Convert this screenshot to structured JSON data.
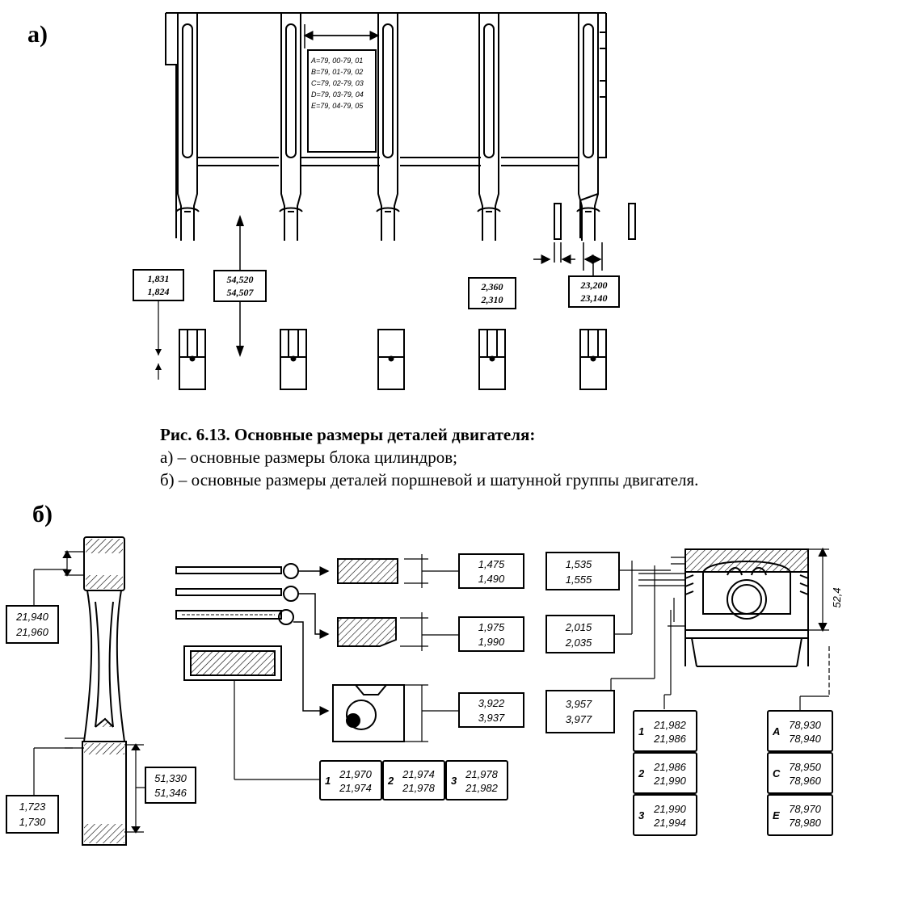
{
  "panels": {
    "a_label": "а)",
    "b_label": "б)"
  },
  "caption": {
    "title": "Рис. 6.13. Основные размеры деталей двигателя:",
    "line_a": "а) – основные размеры блока цилиндров;",
    "line_b": "б) – основные размеры деталей поршневой и шатунной группы двигателя."
  },
  "block": {
    "bore_classes": [
      "A=79, 00-79, 01",
      "B=79, 01-79, 02",
      "C=79, 02-79, 03",
      "D=79, 03-79, 04",
      "E=79, 04-79, 05"
    ],
    "bearing_thickness": [
      "1,831",
      "1,824"
    ],
    "main_bore": [
      "54,520",
      "54,507"
    ],
    "thrust_half_ring": [
      "2,360",
      "2,310"
    ],
    "thrust_bearing_width": [
      "23,200",
      "23,140"
    ]
  },
  "conrod": {
    "small_end_bore": [
      "21,940",
      "21,960"
    ],
    "big_end_bore": [
      "51,330",
      "51,346"
    ],
    "bearing_thickness": [
      "1,723",
      "1,730"
    ]
  },
  "rings": {
    "top_ring": [
      "1,475",
      "1,490"
    ],
    "second_ring": [
      "1,975",
      "1,990"
    ],
    "oil_ring": [
      "3,922",
      "3,937"
    ]
  },
  "pin_classes": [
    {
      "n": "1",
      "v": [
        "21,970",
        "21,974"
      ]
    },
    {
      "n": "2",
      "v": [
        "21,974",
        "21,978"
      ]
    },
    {
      "n": "3",
      "v": [
        "21,978",
        "21,982"
      ]
    }
  ],
  "piston": {
    "groove1": [
      "1,535",
      "1,555"
    ],
    "groove2": [
      "2,015",
      "2,035"
    ],
    "groove3": [
      "3,957",
      "3,977"
    ],
    "height": "52,4",
    "pin_hole_classes": [
      {
        "n": "1",
        "v": [
          "21,982",
          "21,986"
        ]
      },
      {
        "n": "2",
        "v": [
          "21,986",
          "21,990"
        ]
      },
      {
        "n": "3",
        "v": [
          "21,990",
          "21,994"
        ]
      }
    ],
    "diameter_classes": [
      {
        "n": "A",
        "v": [
          "78,930",
          "78,940"
        ]
      },
      {
        "n": "C",
        "v": [
          "78,950",
          "78,960"
        ]
      },
      {
        "n": "E",
        "v": [
          "78,970",
          "78,980"
        ]
      }
    ]
  }
}
